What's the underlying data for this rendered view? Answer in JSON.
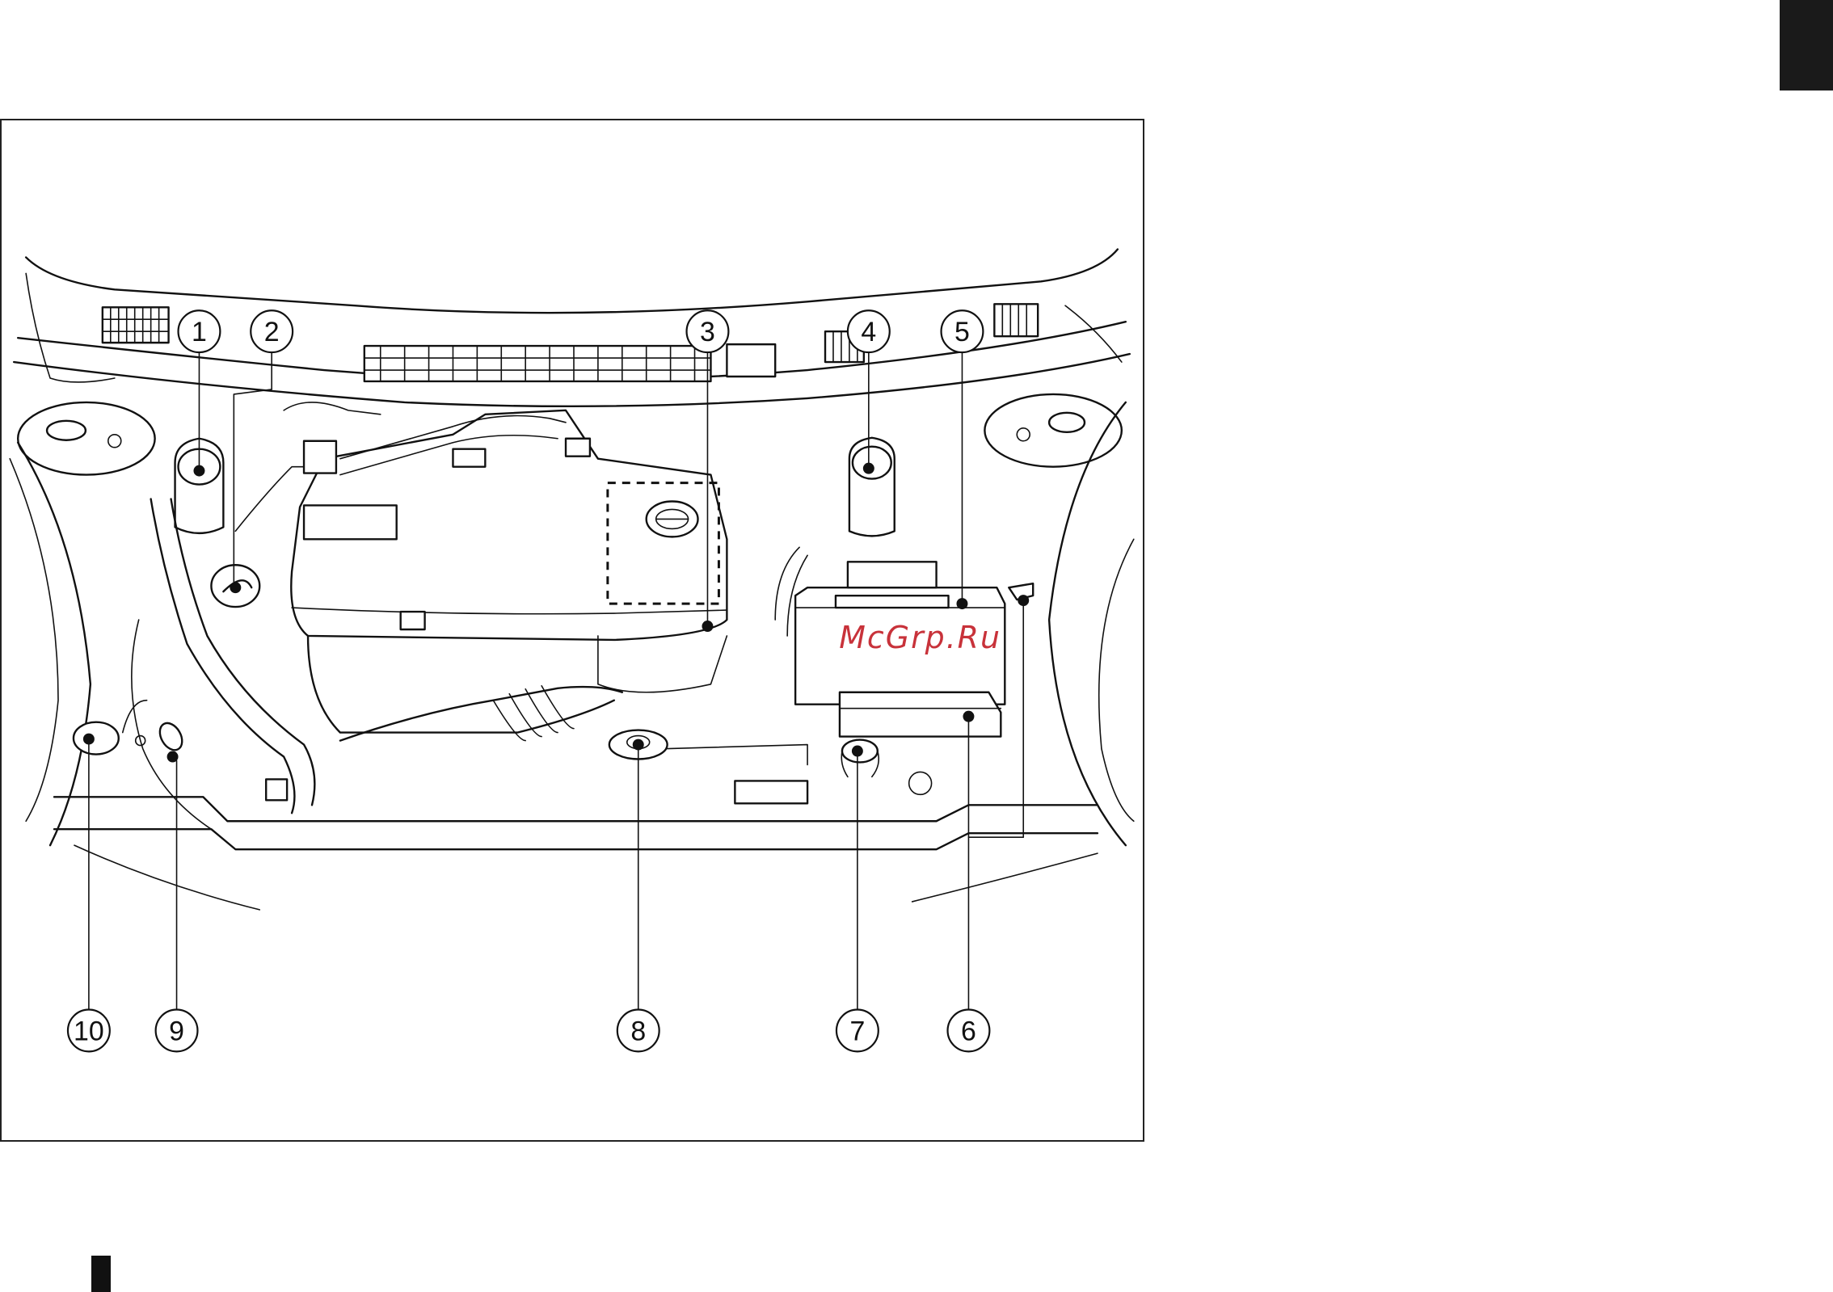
{
  "figure": {
    "callouts": [
      {
        "id": 1,
        "label": "1"
      },
      {
        "id": 2,
        "label": "2"
      },
      {
        "id": 3,
        "label": "3"
      },
      {
        "id": 4,
        "label": "4"
      },
      {
        "id": 5,
        "label": "5"
      },
      {
        "id": 6,
        "label": "6"
      },
      {
        "id": 7,
        "label": "7"
      },
      {
        "id": 8,
        "label": "8"
      },
      {
        "id": 9,
        "label": "9"
      },
      {
        "id": 10,
        "label": "10"
      }
    ],
    "watermark": "McGrp.Ru",
    "watermark_color": "#c8323a"
  }
}
